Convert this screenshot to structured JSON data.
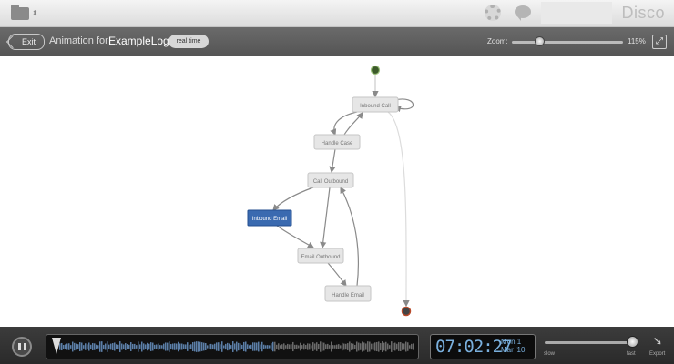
{
  "topbar": {
    "folder_icon": "folder-icon",
    "help_icon": "lifebuoy-icon",
    "chat_icon": "chat-bubble-icon",
    "brand": "Disco"
  },
  "toolbar": {
    "exit_label": "Exit",
    "animation_label": "Animation for",
    "log_name": "ExampleLog",
    "realtime_label": "real time",
    "zoom_label": "Zoom:",
    "zoom_value": "115%",
    "fullscreen_icon": "expand-icon"
  },
  "process_map": {
    "activities": [
      {
        "id": "inbound-call",
        "label": "Inbound Call",
        "highlighted": false
      },
      {
        "id": "handle-case",
        "label": "Handle Case",
        "highlighted": false
      },
      {
        "id": "call-outbound",
        "label": "Call Outbound",
        "highlighted": false
      },
      {
        "id": "inbound-email",
        "label": "Inbound Email",
        "highlighted": true
      },
      {
        "id": "email-outbound",
        "label": "Email Outbound",
        "highlighted": false
      },
      {
        "id": "handle-email",
        "label": "Handle Email",
        "highlighted": false
      }
    ],
    "colors": {
      "highlight": "#3a6ab0",
      "node": "#e6e6e6",
      "edge": "#8a8a8a",
      "start": "#3c5a2a",
      "end": "#b84a2a"
    }
  },
  "player": {
    "pause_icon": "pause-icon",
    "clock_time": "07:02:27",
    "clock_day": "Mon 1",
    "clock_month": "Mar '10",
    "speed_slow": "slow",
    "speed_fast": "fast",
    "export_label": "Export",
    "export_icon": "export-arrow-icon"
  }
}
